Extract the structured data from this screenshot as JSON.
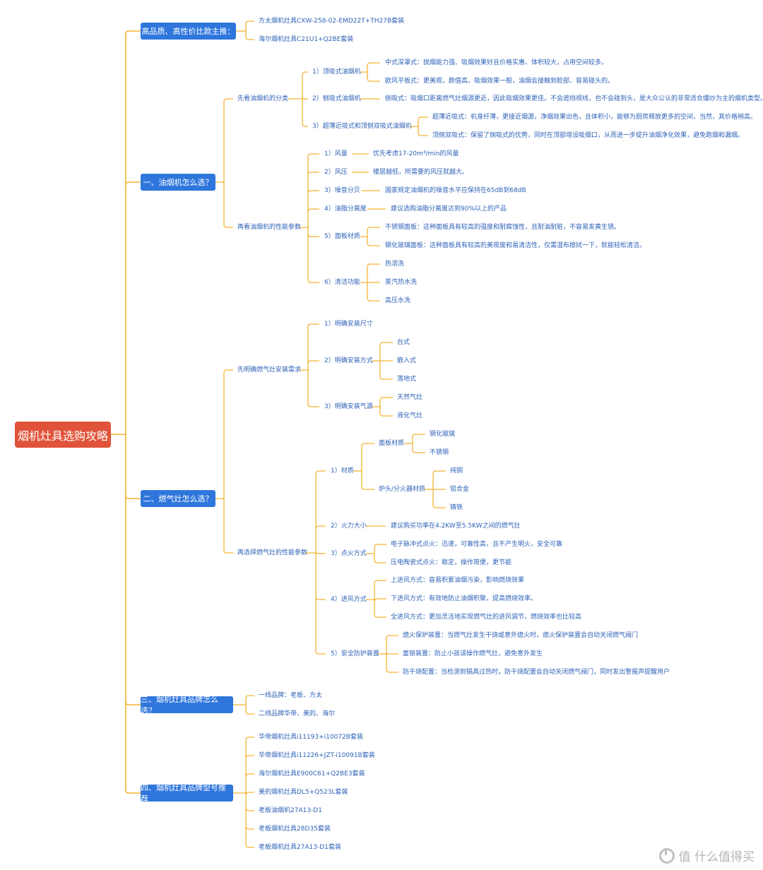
{
  "root": "烟机灶具选购攻略",
  "branches": {
    "b0": "高品质、高性价比款主推：",
    "b1": "一、油烟机怎么选？",
    "b2": "二、燃气灶怎么选？",
    "b3": "三、烟机灶具品牌怎么选？",
    "b4": "四、烟机灶具品牌型号推荐"
  },
  "b0": {
    "i1": "方太烟机灶具CXW-258-02-EMD22T+TH27B套装",
    "i2": "海尔烟机灶具C21U1+Q2BE套装"
  },
  "b1": {
    "classify": "先看油烟机的分类",
    "c1": "1）顶吸式油烟机",
    "c1a": "中式深罩式：拢烟能力强、吸烟效果好且价格实惠、体积较大，占用空间较多。",
    "c1b": "欧风平板式：更美观，颜值高。吸烟效果一般，油烟会接触到脸部、容易碰头的。",
    "c2": "2）侧吸式油烟机",
    "c2a": "侧吸式：吸烟口距离燃气灶烟源更近，因此吸烟效果更佳。不会遮挡视线，也不会碰到头，是大众公认的非常适合爆炒为主的烟机类型。",
    "c3": "3）超薄近吸式和顶侧双吸式油烟机",
    "c3a": "超薄近吸式：机身纤薄，更接近烟源，净烟效果出色，且体积小，能够为厨房释放更多的空间，当然，其价格稍高。",
    "c3b": "顶侧双吸式：保留了侧吸式的优势，同时在顶部增设吸烟口，从而进一步提升油烟净化效果，避免跑烟和漏烟。",
    "params": "再看油烟机的性能参数",
    "p1": "1）风量",
    "p1a": "优先考虑17-20m³/min的风量",
    "p2": "2）风压",
    "p2a": "楼层越低，所需要的风压就越大。",
    "p3": "3）噪音分贝",
    "p3a": "国家规定油烟机的噪音水平应保持在65dB到68dB",
    "p4": "4）油脂分离度",
    "p4a": "建议选购油脂分离度达到90%以上的产品",
    "p5": "5）面板材质",
    "p5a": "不锈钢面板：这种面板具有较高的强度和耐腐蚀性，且耐油耐脏，不容易发黄生锈。",
    "p5b": "钢化玻璃面板：这种面板具有较高的美观度和易清洁性，仅需湿布擦拭一下，就能轻松清洁。",
    "p6": "6）清洁功能",
    "p6a": "热溶洗",
    "p6b": "蒸汽热水洗",
    "p6c": "高压水洗"
  },
  "b2": {
    "install": "先明确燃气灶安装需求",
    "i1": "1）明确安装尺寸",
    "i2": "2）明确安装方式",
    "i2a": "台式",
    "i2b": "嵌入式",
    "i2c": "落地式",
    "i3": "3）明确安装气源",
    "i3a": "天然气灶",
    "i3b": "液化气灶",
    "params": "再选择燃气灶的性能参数",
    "m1": "1）材质",
    "m1a": "面板材质",
    "m1a1": "钢化玻璃",
    "m1a2": "不锈钢",
    "m1b": "炉头/分火器材质",
    "m1b1": "纯铜",
    "m1b2": "铝合金",
    "m1b3": "铸铁",
    "m2": "2）火力大小",
    "m2a": "建议购买功率在4.2KW至5.5KW之间的燃气灶",
    "m3": "3）点火方式",
    "m3a": "电子脉冲式点火：迅速，可靠性高，且不产生明火，安全可靠",
    "m3b": "压电陶瓷式点火：稳定，操作简便，更节能",
    "m4": "4）进风方式",
    "m4a": "上进风方式：容易积累油烟污染，影响燃烧效果",
    "m4b": "下进风方式：有效地防止油烟积聚，提高燃烧效率。",
    "m4c": "全进风方式：更加灵活地实现燃气灶的进风调节，燃烧效率也比较高",
    "m5": "5）安全防护装置",
    "m5a": "熄火保护装置：当燃气灶发生干烧或意外熄火时，熄火保护装置会自动关闭燃气阀门",
    "m5b": "童锁装置：防止小孩误操作燃气灶，避免意外发生",
    "m5c": "防干烧配置：当检测到锅具过热时，防干烧配置会自动关闭燃气阀门，同时发出警报声提醒用户"
  },
  "b3": {
    "i1": "一线品牌：老板、方太",
    "i2": "二线品牌华帝、美的、海尔"
  },
  "b4": {
    "i1": "华帝烟机灶具i11193+i10072B套装",
    "i2": "华帝烟机灶具i11226+JZT-i10091B套装",
    "i3": "海尔烟机灶具E900C61+Q2BE3套装",
    "i4": "美的烟机灶具DL5+Q523L套装",
    "i5": "老板油烟机27A13-D1",
    "i6": "老板烟机灶具28D35套装",
    "i7": "老板烟机灶具27A13-D1套装"
  },
  "watermark": "值 什么值得买",
  "colors": {
    "root": "#e0533a",
    "branch": "#2f76dc",
    "line": "#f5b335",
    "text": "#2e62b8"
  }
}
